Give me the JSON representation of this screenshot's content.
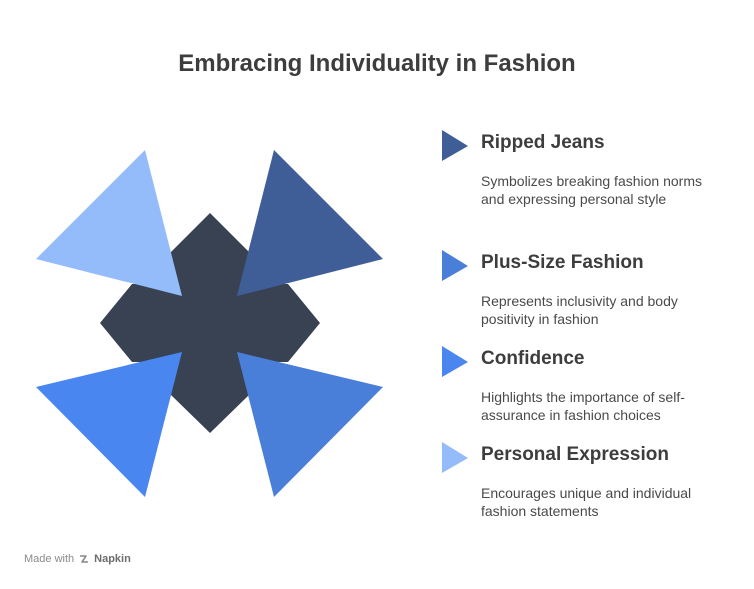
{
  "title": "Embracing Individuality in Fashion",
  "colors": {
    "center_shape": "#384253",
    "ripped_jeans": "#3f5e98",
    "plus_size": "#4a7fd9",
    "confidence": "#4a86f0",
    "personal_expression": "#94bbfa"
  },
  "items": [
    {
      "title": "Ripped Jeans",
      "description": "Symbolizes breaking fashion norms and expressing personal style",
      "color": "#3f5e98"
    },
    {
      "title": "Plus-Size Fashion",
      "description": "Represents inclusivity and body positivity in fashion",
      "color": "#4a7fd9"
    },
    {
      "title": "Confidence",
      "description": "Highlights the importance of self-assurance in fashion choices",
      "color": "#4a86f0"
    },
    {
      "title": "Personal Expression",
      "description": "Encourages unique and individual fashion statements",
      "color": "#94bbfa"
    }
  ],
  "footer": {
    "made_with": "Made with",
    "brand": "Napkin",
    "brand_icon": "napkin-logo-icon"
  }
}
